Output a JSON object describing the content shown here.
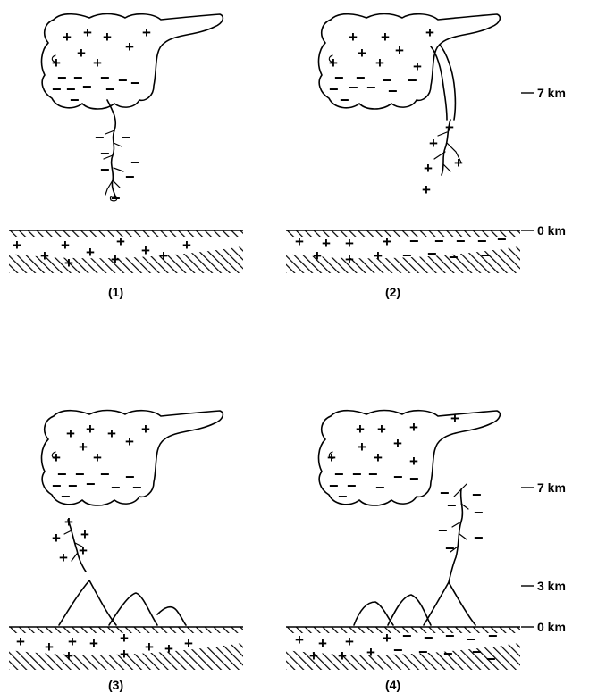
{
  "panels": [
    {
      "label": "(1)",
      "ground_charge": "+"
    },
    {
      "label": "(2)",
      "ground_charge": "mixed"
    },
    {
      "label": "(3)",
      "ground_charge": "+"
    },
    {
      "label": "(4)",
      "ground_charge": "mixed"
    }
  ],
  "altitude_labels": {
    "top_7": "7 km",
    "top_0": "0 km",
    "bottom_7": "7 km",
    "bottom_3": "3 km",
    "bottom_0": "0 km"
  },
  "signs": {
    "plus": "+",
    "minus": "−"
  },
  "colors": {
    "ink": "#000000",
    "background": "#ffffff"
  }
}
